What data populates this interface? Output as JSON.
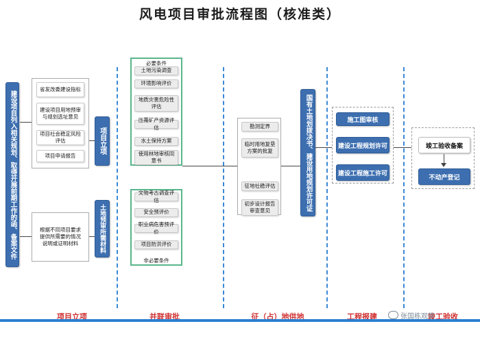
{
  "title": "风电项目审批流程图（核准类）",
  "left_bar": "建设项目列入相关规划、取得开展前期工作的函、备案文件",
  "group1": {
    "items": [
      "省发改委建设指标",
      "建设项目用地预审与规划选址意见",
      "项目社会稳定风险评估",
      "项目申请报告"
    ]
  },
  "bar_lixiang": "项目立项",
  "group1_bottom": "根据不同项目要求提供所需要的情况说明或证明材料",
  "bar_tudi": "土地预审所需材料",
  "group2": {
    "top_label": "必要条件",
    "items": [
      "土地污染调查",
      "环境影响评价",
      "地质灾害危险性评估",
      "压覆矿产资源评估",
      "水土保持方案",
      "使用林地审核同意书"
    ]
  },
  "group3": {
    "items": [
      "文物考古调查评估",
      "安全预评价",
      "职业病危害预评价",
      "项目防洪评价"
    ],
    "bottom_label": "非必要条件"
  },
  "group4": {
    "items": [
      "勘测定界",
      "临时用地复垦方案的批复",
      "征地社稳评估",
      "初步设计报告审查意见"
    ]
  },
  "bar_guoyou": "国有土地划拨决书、建设用地规划许可证",
  "group5": {
    "items": [
      "施工图审核",
      "建设工程规划许可",
      "建设工程施工许可"
    ]
  },
  "group6": {
    "items": [
      "竣工验收备案",
      "不动产登记"
    ]
  },
  "stages": [
    "项目立项",
    "并联审批",
    "征（占）地供地",
    "工程报建",
    "竣工验收"
  ],
  "watermark": "张国栋观察"
}
